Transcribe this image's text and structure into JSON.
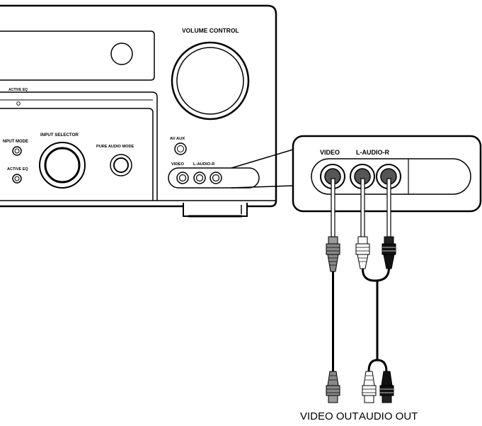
{
  "receiver": {
    "volume_label": "VOLUME CONTROL",
    "active_eq_top_label": "ACTIVE EQ",
    "input_mode_label": "NPUT MODE",
    "active_eq_label": "ACTIVE EQ",
    "input_selector_label": "INPUT SELECTOR",
    "pure_audio_label": "PURE AUDIO MODE",
    "av_aux_label": "AV AUX",
    "video_label": "VIDEO",
    "audio_label": "L-AUDIO-R"
  },
  "zoom_panel": {
    "video_label": "VIDEO",
    "audio_label": "L-AUDIO-R"
  },
  "captions": {
    "video_out": "VIDEO OUT",
    "audio_out": "AUDIO OUT"
  }
}
